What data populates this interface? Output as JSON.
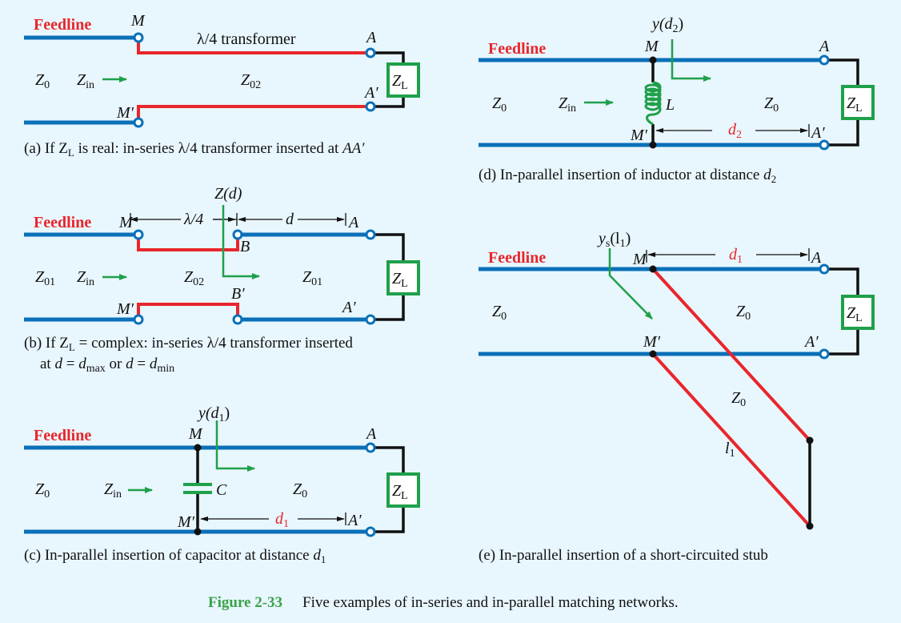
{
  "figure": {
    "number": "Figure 2-33",
    "title": "Five examples of in-series and in-parallel matching networks."
  },
  "common": {
    "feedline": "Feedline",
    "zl_main": "Z",
    "zl_sub": "L",
    "z0_main": "Z",
    "z0_sub": "0",
    "zin_main": "Z",
    "zin_sub": "in"
  },
  "panel_a": {
    "m": "M",
    "m_prime": "M′",
    "a": "A",
    "a_prime": "A′",
    "transformer_label": "λ/4 transformer",
    "z02_main": "Z",
    "z02_sub": "02",
    "caption_pre": "(a) If Z",
    "caption_sub": "L",
    "caption_post": " is real: in-series λ/4 transformer inserted at ",
    "caption_end": "AA′"
  },
  "panel_b": {
    "m": "M",
    "m_prime": "M′",
    "a": "A",
    "a_prime": "A′",
    "b": "B",
    "b_prime": "B′",
    "zd": "Z(d)",
    "lambda4": "λ/4",
    "d": "d",
    "z01_main": "Z",
    "z01_sub": "01",
    "z02_main": "Z",
    "z02_sub": "02",
    "caption_line1_pre": "(b) If Z",
    "caption_line1_sub": "L",
    "caption_line1_post": " = complex: in-series λ/4 transformer inserted",
    "caption_line2_a": "at ",
    "caption_line2_d1": "d",
    "caption_line2_eq1": " = ",
    "caption_line2_dmax": "d",
    "caption_line2_max": "max",
    "caption_line2_or": " or ",
    "caption_line2_d2": "d",
    "caption_line2_eq2": " = ",
    "caption_line2_dmin": "d",
    "caption_line2_min": "min"
  },
  "panel_c": {
    "y_main": "y(d",
    "y_sub": "1",
    "y_close": ")",
    "m": "M",
    "m_prime": "M′",
    "a": "A",
    "a_prime": "A′",
    "c": "C",
    "d_main": "d",
    "d_sub": "1",
    "caption": "(c) In-parallel insertion of capacitor at distance ",
    "caption_d": "d",
    "caption_sub": "1"
  },
  "panel_d": {
    "y_main": "y(d",
    "y_sub": "2",
    "y_close": ")",
    "m": "M",
    "m_prime": "M′",
    "a": "A",
    "a_prime": "A′",
    "l": "L",
    "d_main": "d",
    "d_sub": "2",
    "caption": "(d) In-parallel insertion of inductor at distance ",
    "caption_d": "d",
    "caption_sub": "2"
  },
  "panel_e": {
    "ys_main": "y",
    "ys_sub": "s",
    "ys_arg": "(l",
    "ys_arg_sub": "1",
    "ys_close": ")",
    "m": "M",
    "m_prime": "M′",
    "a": "A",
    "a_prime": "A′",
    "d_main": "d",
    "d_sub": "1",
    "l_main": "l",
    "l_sub": "1",
    "caption": "(e) In-parallel insertion of a short-circuited stub"
  }
}
